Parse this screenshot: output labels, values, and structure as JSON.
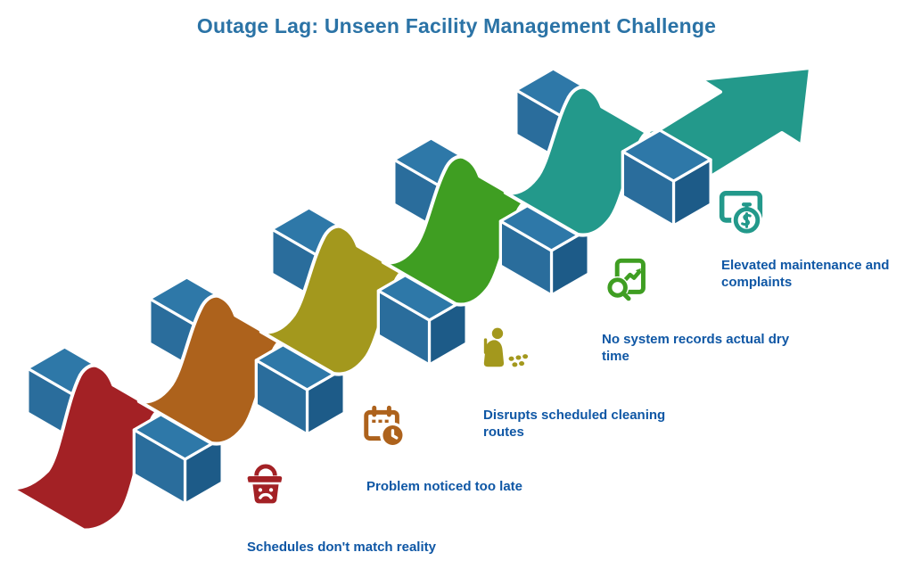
{
  "title": {
    "text": "Outage Lag: Unseen Facility Management Challenge",
    "color": "#2b73a6"
  },
  "label_color": "#0f57a5",
  "arrow_color": "#23998b",
  "hurdle_bar_colors": {
    "top": "#2e78a8",
    "front": "#2a6d9c",
    "cap": "#1d5b88",
    "outline": "#ffffff"
  },
  "steps": [
    {
      "label": "Schedules don't match reality",
      "color": "#a32125",
      "icon": "sad-basket-icon"
    },
    {
      "label": "Problem noticed too late",
      "color": "#ad621c",
      "icon": "calendar-clock-icon"
    },
    {
      "label": "Disrupts scheduled cleaning routes",
      "color": "#a3981d",
      "icon": "cleaner-dust-icon"
    },
    {
      "label": "No system records actual dry time",
      "color": "#3f9e22",
      "icon": "doc-trend-search-icon"
    },
    {
      "label": "Elevated maintenance and complaints",
      "color": "#23998b",
      "icon": "card-stopwatch-icon"
    }
  ]
}
